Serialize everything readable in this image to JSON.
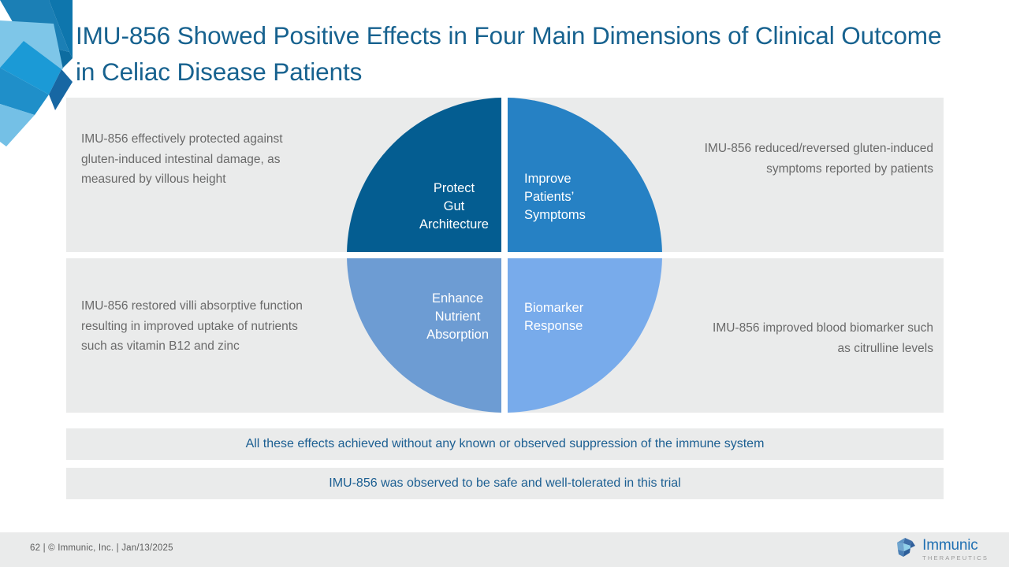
{
  "slide": {
    "title": "IMU-856 Showed Positive Effects in Four Main Dimensions of Clinical Outcome in Celiac Disease Patients"
  },
  "quadrants": {
    "top_left": {
      "label": "Protect\nGut\nArchitecture",
      "color": "#045d91",
      "description": "IMU-856 effectively protected against gluten-induced intestinal damage, as measured by villous height"
    },
    "top_right": {
      "label": "Improve\nPatients’\nSymptoms",
      "color": "#2681c4",
      "description": "IMU-856 reduced/reversed gluten-induced symptoms reported by patients"
    },
    "bottom_left": {
      "label": "Enhance\nNutrient\nAbsorption",
      "color": "#6d9cd3",
      "description": "IMU-856 restored villi absorptive function resulting in improved uptake of nutrients such as vitamin B12 and zinc"
    },
    "bottom_right": {
      "label": "Biomarker\nResponse",
      "color": "#78abeb",
      "description": "IMU-856 improved blood biomarker such as citrulline levels"
    }
  },
  "banners": [
    "All these effects achieved without any known or observed suppression of the immune system",
    "IMU-856 was observed to be safe and well-tolerated in this trial"
  ],
  "footer": {
    "text": "62   |  © Immunic, Inc.  | Jan/13/2025",
    "logo_name": "Immunic",
    "logo_subtitle": "THERAPEUTICS"
  },
  "theme": {
    "title_color": "#17628f",
    "panel_background": "#eaebeb",
    "body_text_color": "#6a6a6a",
    "banner_text_color": "#1c5f92"
  }
}
